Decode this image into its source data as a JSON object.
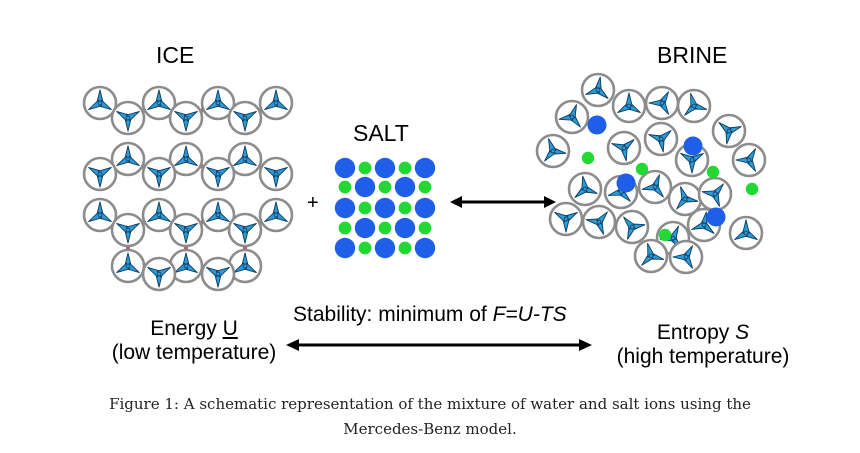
{
  "labels": {
    "ice": "ICE",
    "salt": "SALT",
    "brine": "BRINE",
    "plus": "+",
    "stability_prefix": "Stability: minimum of ",
    "stability_formula": "F=U-TS",
    "energy_prefix": "Energy ",
    "energy_symbol": "U",
    "energy_sub": "(low temperature)",
    "entropy_prefix": "Entropy ",
    "entropy_symbol": "S",
    "entropy_sub": "(high temperature)"
  },
  "caption": {
    "line1": "Figure 1: A schematic representation of the mixture of water and salt ions using the",
    "line2": "Mercedes-Benz model."
  },
  "colors": {
    "molecule_ring": "#8c8c8c",
    "molecule_arm": "#2e9bd6",
    "molecule_arm_edge": "#0a3a60",
    "hbond": "#d24f6a",
    "ion_blue": "#1f5ee8",
    "ion_green": "#22d833",
    "arrow": "#000000"
  }
}
